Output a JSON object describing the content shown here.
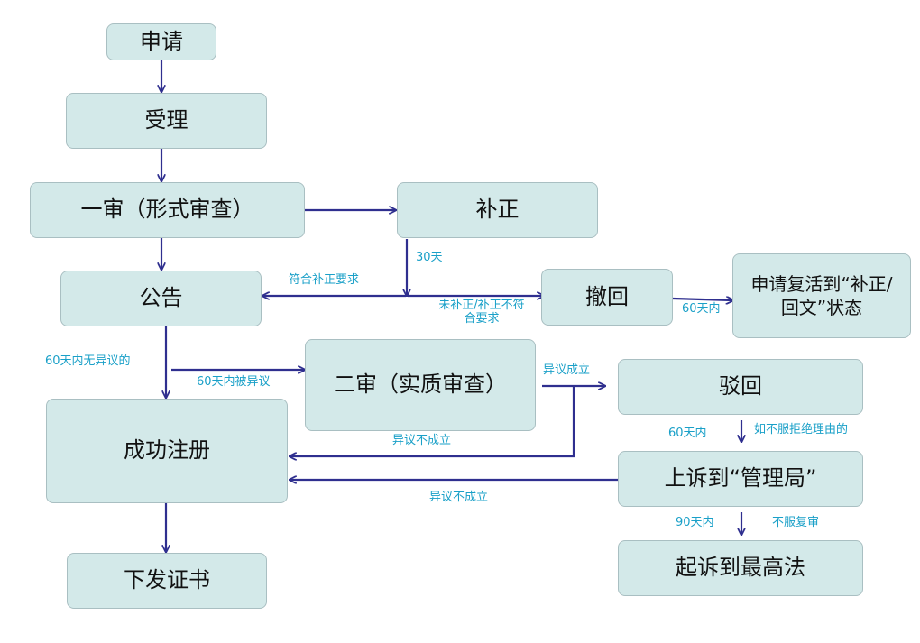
{
  "nodes": {
    "apply": "申请",
    "accept": "受理",
    "first_review": "一审（形式审查）",
    "correction": "补正",
    "announcement": "公告",
    "withdraw": "撤回",
    "revive_line1": "申请复活到“补正/",
    "revive_line2": "回文”状态",
    "second_review": "二审（实质审查）",
    "reject": "驳回",
    "registered": "成功注册",
    "appeal": "上诉到“管理局”",
    "issue_cert": "下发证书",
    "lawsuit": "起诉到最高法"
  },
  "labels": {
    "days_30": "30天",
    "meets_correction": "符合补正要求",
    "not_corrected_line1": "未补正/补正不符",
    "not_corrected_line2": "合要求",
    "within_60_revive": "60天内",
    "no_objection_60": "60天内无异议的",
    "objected_60": "60天内被异议",
    "objection_upheld": "异议成立",
    "objection_rejected_1": "异议不成立",
    "objection_rejected_2": "异议不成立",
    "within_60_appeal": "60天内",
    "disagree_reject": "如不服拒绝理由的",
    "within_90": "90天内",
    "disagree_review": "不服复审"
  },
  "colors": {
    "box_fill": "#d3e9e9",
    "box_border": "#a9bfc2",
    "arrow": "#2f2f8f",
    "label_text": "#1aa0c8"
  }
}
